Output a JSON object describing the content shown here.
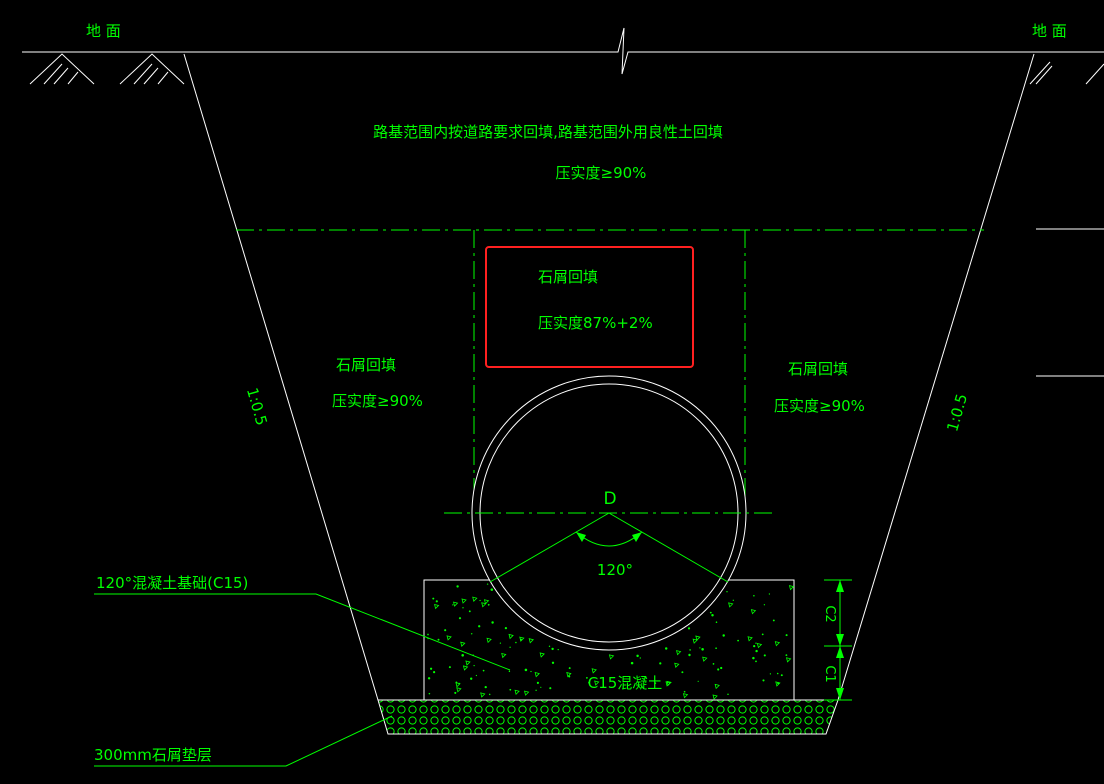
{
  "labels": {
    "ground_left": "地  面",
    "ground_right": "地  面",
    "top_fill_line1": "路基范围内按道路要求回填,路基范围外用良性土回填",
    "top_fill_line2": "压实度≥90%",
    "center_fill_name": "石屑回填",
    "center_fill_compaction": "压实度87%+2%",
    "left_fill_name": "石屑回填",
    "left_fill_compaction": "压实度≥90%",
    "right_fill_name": "石屑回填",
    "right_fill_compaction": "压实度≥90%",
    "slope_left": "1:0.5",
    "slope_right": "1:0.5",
    "pipe_diameter": "D",
    "angle": "120°",
    "foundation_callout": "120°混凝土基础(C15)",
    "concrete_label": "C15混凝土",
    "cushion_callout": "300mm石屑垫层",
    "dim_c2": "C2",
    "dim_c1": "C1"
  },
  "colors": {
    "background": "#000000",
    "line": "#ffffff",
    "text": "#00ff00",
    "highlight": "#ff2020"
  }
}
